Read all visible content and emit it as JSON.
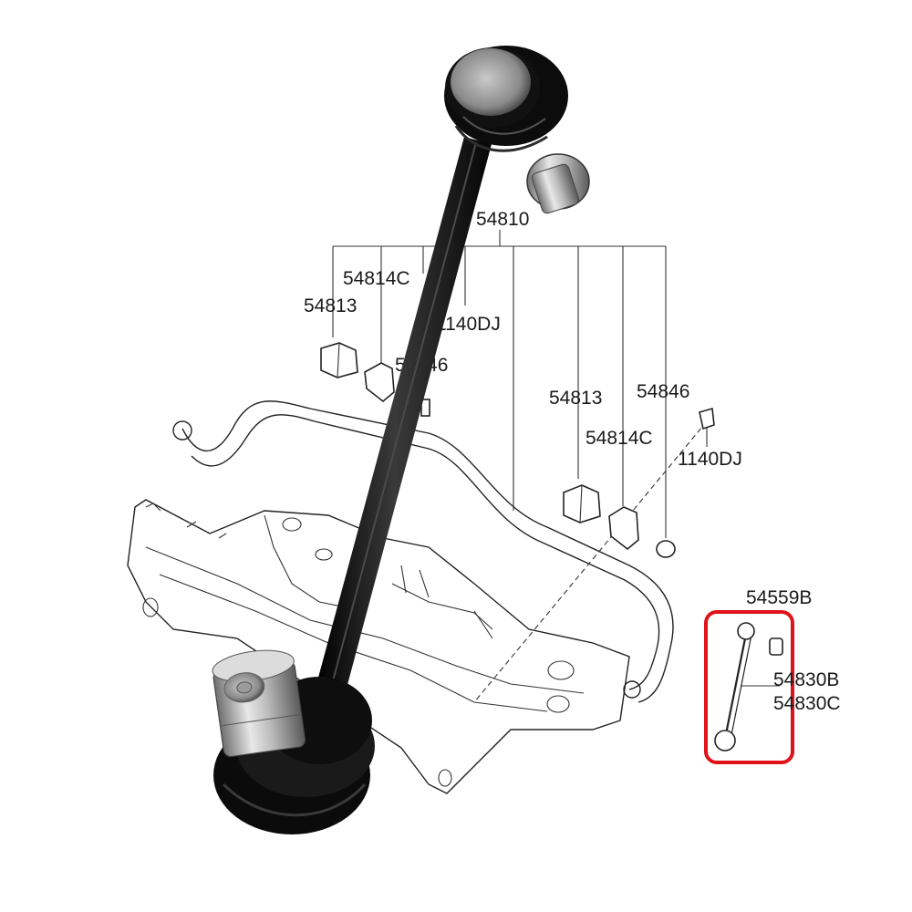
{
  "diagram": {
    "labels": {
      "assembly": "54810",
      "bushing_left": "54813",
      "bracket_left": "54814C",
      "bolt_left": "1140DJ",
      "clamp_left": "54846",
      "bushing_right": "54813",
      "clamp_right": "54846",
      "bracket_right": "54814C",
      "bolt_right": "1140DJ",
      "link_nut": "54559B",
      "link_part_b": "54830B",
      "link_part_c": "54830C"
    },
    "highlight_color": "#e0121a",
    "link_color": "#0c0c0c"
  }
}
